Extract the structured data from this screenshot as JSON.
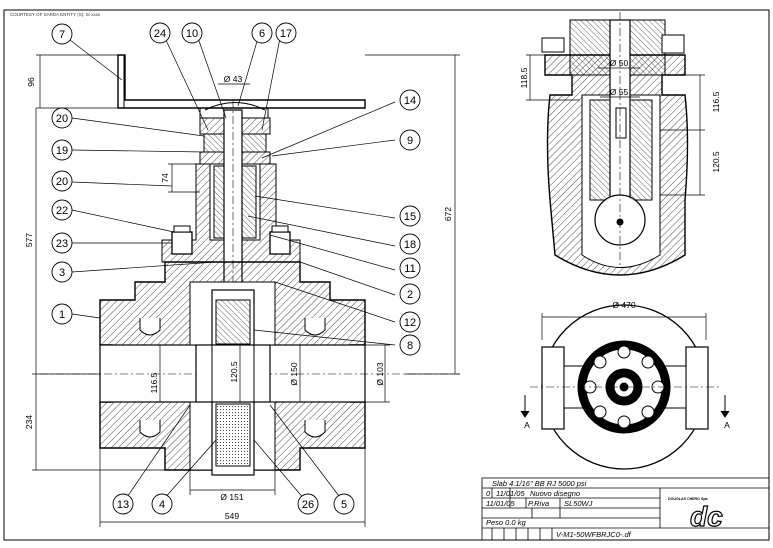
{
  "sheet": {
    "reference_note": "COURTESY OF SARDA ENTITY (S): S/ xxxx",
    "section_label": "A",
    "callouts": [
      "7",
      "24",
      "10",
      "6",
      "17",
      "20",
      "14",
      "19",
      "9",
      "20",
      "22",
      "15",
      "23",
      "18",
      "3",
      "11",
      "2",
      "1",
      "12",
      "8",
      "13",
      "4",
      "26",
      "5"
    ],
    "dimensions": {
      "d43": "Ø 43",
      "v96": "96",
      "v577": "577",
      "v672": "672",
      "v74": "74",
      "v234": "234",
      "v1165a": "116.5",
      "d150": "Ø 150",
      "d103": "Ø 103",
      "v1205a": "120.5",
      "d151": "Ø 151",
      "h549": "549",
      "v1185": "118.5",
      "d50": "Ø 50",
      "d55": "Ø 55",
      "v1165b": "116.5",
      "v1205b": "120.5",
      "d470": "Ø 470"
    }
  },
  "title_block": {
    "description": "Slab 4.1/16\" BB RJ 5000 psi",
    "rev": "0",
    "rev_date": "11/01/05",
    "rev_desc": "Nuovo disegno",
    "date": "11/01/05",
    "checked": "P.Riva",
    "code": "SL50WJ",
    "weight": "Peso 0.0 kg",
    "drawing_number": "V-M1-50WFBRJC0-.df",
    "logo_text": "DOUGLAS CHERO Spa",
    "logo_mark": "dc"
  },
  "colors": {
    "line": "#000000",
    "paper": "#ffffff"
  }
}
